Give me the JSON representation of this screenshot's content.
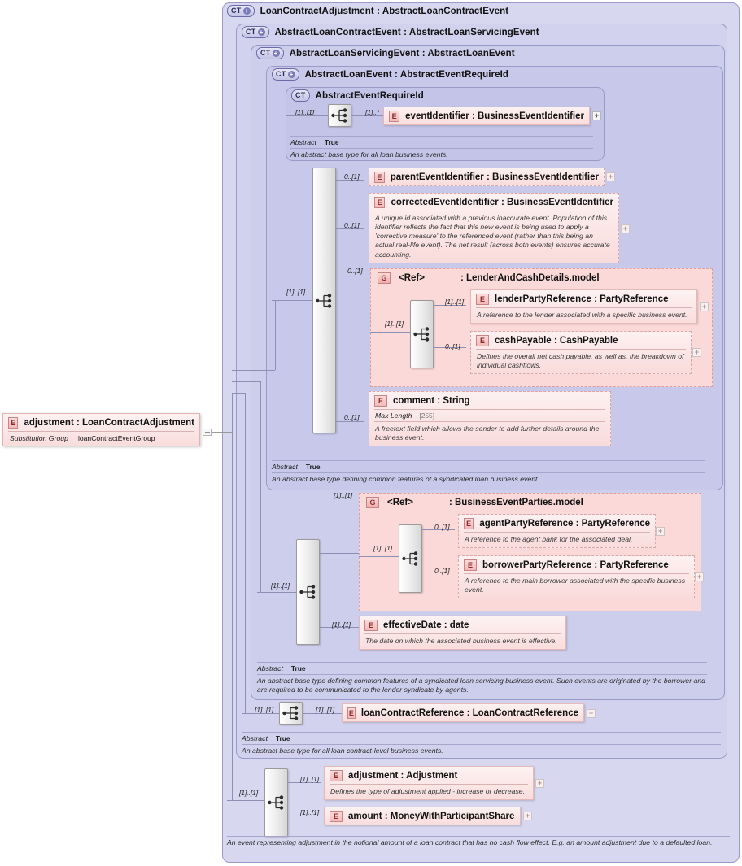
{
  "diagram": {
    "title": "LoanContractAdjustment XSD structure diagram",
    "badges": {
      "complex_type": "CT",
      "element": "E",
      "group": "G",
      "expand": "+"
    },
    "labels": {
      "abstract_key": "Abstract",
      "abstract_value": "True",
      "substitution_group_key": "Substitution Group",
      "max_length_key": "Max Length",
      "ref": "<Ref>",
      "colon": ":"
    }
  },
  "root_element": {
    "name": "adjustment",
    "type": "LoanContractAdjustment",
    "title": "adjustment : LoanContractAdjustment",
    "substitution_group_label": "Substitution Group",
    "substitution_group_value": "loanContractEventGroup"
  },
  "containers": {
    "loan_contract_adjustment": {
      "badge": "CT",
      "title": "LoanContractAdjustment : AbstractLoanContractEvent",
      "note": "An event representing adjustment in the notional amount of a loan contract that has no cash flow effect. E.g. an amount adjustment due to a defaulted loan."
    },
    "abstract_loan_contract_event": {
      "badge": "CT",
      "title": "AbstractLoanContractEvent : AbstractLoanServicingEvent",
      "abstract_key": "Abstract",
      "abstract_value": "True",
      "note": "An abstract base type for all loan contract-level business events."
    },
    "abstract_loan_servicing_event": {
      "badge": "CT",
      "title": "AbstractLoanServicingEvent : AbstractLoanEvent",
      "abstract_key": "Abstract",
      "abstract_value": "True",
      "note": "An abstract base type defining common features of a syndicated loan servicing business event. Such events are originated by the borrower and are required to be communicated to the lender syndicate by agents."
    },
    "abstract_loan_event": {
      "badge": "CT",
      "title": "AbstractLoanEvent : AbstractEventRequireId",
      "abstract_key": "Abstract",
      "abstract_value": "True",
      "note": "An abstract base type defining common features of a syndicated loan business event."
    },
    "abstract_event_require_id": {
      "badge": "CT",
      "title": "AbstractEventRequireId",
      "abstract_key": "Abstract",
      "abstract_value": "True",
      "note": "An abstract base type for all loan business events."
    }
  },
  "groups": {
    "lender_and_cash_details": {
      "badge": "G",
      "ref": "<Ref>",
      "type": ": LenderAndCashDetails.model",
      "cardinality": "0..[1]"
    },
    "business_event_parties": {
      "badge": "G",
      "ref": "<Ref>",
      "type": ": BusinessEventParties.model",
      "cardinality": "[1]..[1]"
    }
  },
  "elements": {
    "event_identifier": {
      "badge": "E",
      "title": "eventIdentifier : BusinessEventIdentifier",
      "cardinality": "[1]..*"
    },
    "parent_event_identifier": {
      "badge": "E",
      "title": "parentEventIdentifier : BusinessEventIdentifier",
      "cardinality": "0..[1]"
    },
    "corrected_event_identifier": {
      "badge": "E",
      "title": "correctedEventIdentifier : BusinessEventIdentifier",
      "cardinality": "0..[1]",
      "desc": "A unique id associated with a previous inaccurate event. Population of this identifier reflects the fact that this new event is being used to apply a 'corrective measure' to the referenced event (rather than this being an actual real-life event). The net result (across both events) ensures accurate accounting."
    },
    "lender_party_reference": {
      "badge": "E",
      "title": "lenderPartyReference : PartyReference",
      "cardinality": "[1]..[1]",
      "desc": "A reference to the lender associated with a specific business event."
    },
    "cash_payable": {
      "badge": "E",
      "title": "cashPayable : CashPayable",
      "cardinality": "0..[1]",
      "desc": "Defines the overall net cash payable, as well as, the breakdown of individual cashflows."
    },
    "comment": {
      "badge": "E",
      "title": "comment : String",
      "cardinality": "0..[1]",
      "facet_name": "Max Length",
      "facet_value": "[255]",
      "desc": "A freetext field which allows the sender to add further details around the business event."
    },
    "agent_party_reference": {
      "badge": "E",
      "title": "agentPartyReference : PartyReference",
      "cardinality": "0..[1]",
      "desc": "A reference to the agent bank for the associated deal."
    },
    "borrower_party_reference": {
      "badge": "E",
      "title": "borrowerPartyReference : PartyReference",
      "cardinality": "0..[1]",
      "desc": "A reference to the main borrower associated with the specific business event."
    },
    "effective_date": {
      "badge": "E",
      "title": "effectiveDate : date",
      "cardinality": "[1]..[1]",
      "desc": "The date on which the associated business event is effective."
    },
    "loan_contract_reference": {
      "badge": "E",
      "title": "loanContractReference : LoanContractReference",
      "cardinality": "[1]..[1]"
    },
    "adjustment": {
      "badge": "E",
      "title": "adjustment : Adjustment",
      "cardinality": "[1]..[1]",
      "desc": "Defines the type of adjustment applied - increase or decrease."
    },
    "amount": {
      "badge": "E",
      "title": "amount   : MoneyWithParticipantShare",
      "cardinality": "[1]..[1]"
    }
  },
  "sequences": {
    "event_require_id_seq": {
      "cardinality": "[1]..[1]"
    },
    "loan_event_seq": {
      "cardinality": "[1]..[1]"
    },
    "lender_cash_seq": {
      "cardinality": "[1]..[1]"
    },
    "servicing_seq": {
      "cardinality": "[1]..[1]"
    },
    "parties_seq": {
      "cardinality": "[1]..[1]"
    },
    "contract_event_seq": {
      "cardinality": "[1]..[1]"
    },
    "adjustment_seq": {
      "cardinality": "[1]..[1]"
    }
  },
  "colors": {
    "container_bg": "#d7d7f0",
    "container_border": "#9a9ac8",
    "element_bg": "#fadddd",
    "element_border": "#e6b9b9",
    "group_bg": "#fbd9d9",
    "line": "#8f8fb4"
  }
}
